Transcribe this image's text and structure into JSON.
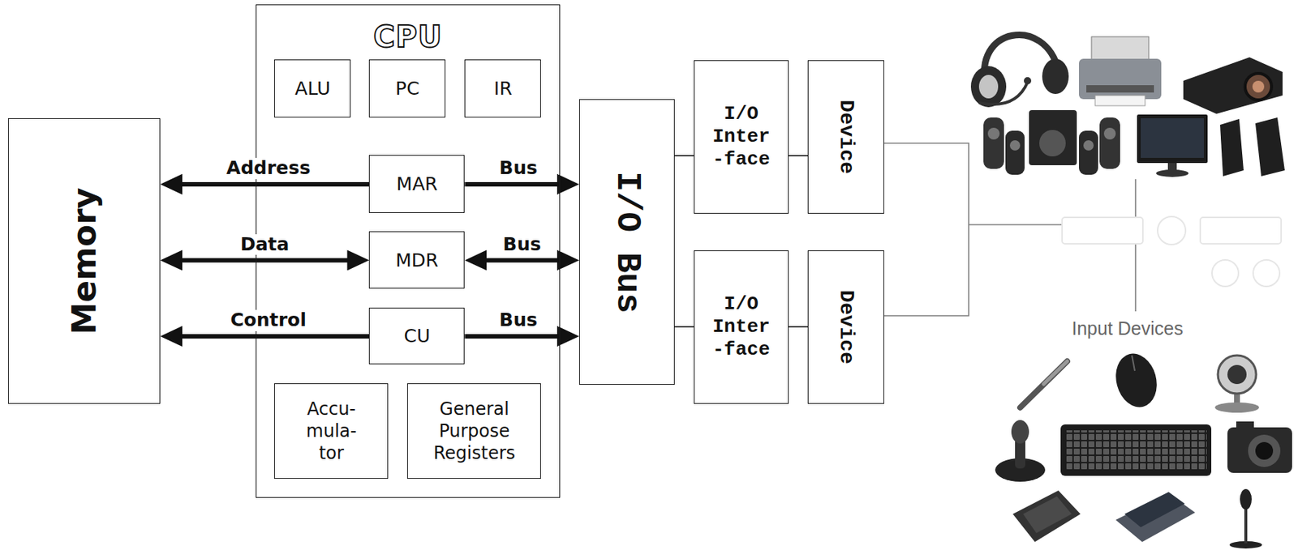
{
  "diagram": {
    "nodes": [
      {
        "text": [
          "Memory"
        ]
      },
      {
        "text": [
          "CPU"
        ]
      },
      {
        "text": [
          "ALU"
        ],
        "in": 1
      },
      {
        "text": [
          "PC"
        ],
        "in": 1
      },
      {
        "text": [
          "IR"
        ],
        "in": 1
      },
      {
        "text": [
          "MAR"
        ],
        "in": 1
      },
      {
        "text": [
          "MDR"
        ],
        "in": 1
      },
      {
        "text": [
          "CU"
        ],
        "in": 1
      },
      {
        "text": [
          "Accu- mula- tor"
        ],
        "in": 1
      },
      {
        "text": [
          "General Purpose Registers"
        ],
        "in": 1
      },
      {
        "text": [
          "I/O Bus"
        ]
      },
      {
        "text": [
          "I/O Inter -face"
        ]
      },
      {
        "text": [
          "Device"
        ]
      },
      {
        "text": [
          "I/O Inter -face"
        ]
      },
      {
        "text": [
          "Device"
        ]
      }
    ],
    "edges": [
      {
        "from": 5,
        "to": 0,
        "arrow": "to",
        "label": "Address"
      },
      {
        "from": 0,
        "to": 6,
        "arrow": "both",
        "label": "Data"
      },
      {
        "from": 7,
        "to": 0,
        "arrow": "to",
        "label": "Control"
      },
      {
        "from": 5,
        "to": 10,
        "arrow": "to",
        "label": "Bus"
      },
      {
        "from": 6,
        "to": 10,
        "arrow": "both",
        "label": "Bus"
      },
      {
        "from": 7,
        "to": 10,
        "arrow": "to",
        "label": "Bus"
      },
      {
        "from": 10,
        "to": 11,
        "arrow": "none"
      },
      {
        "from": 11,
        "to": 12,
        "arrow": "none"
      },
      {
        "from": 10,
        "to": 13,
        "arrow": "none"
      },
      {
        "from": 13,
        "to": 14,
        "arrow": "none"
      },
      {
        "from": 12,
        "to": 14,
        "arrow": "none"
      }
    ],
    "labels": [
      "Input Devices"
    ]
  }
}
